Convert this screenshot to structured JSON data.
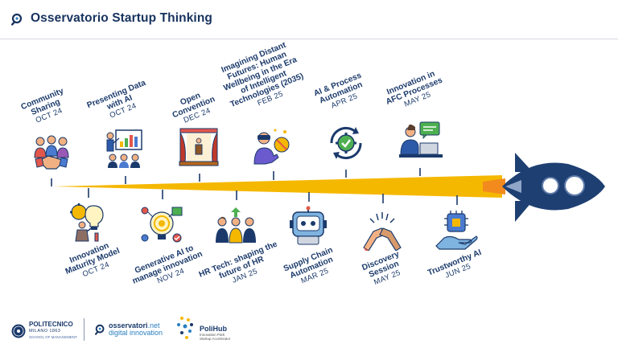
{
  "header": {
    "title": "Osservatorio Startup Thinking",
    "icon": "magnifier-logo-icon"
  },
  "colors": {
    "navy": "#1b3a6b",
    "beam": "#f5b800",
    "rocket": "#1e3f72"
  },
  "timeline_top": [
    {
      "title": "Community Sharing",
      "date": "OCT 24",
      "icon": "handshake-community-icon"
    },
    {
      "title": "Presenting Data with AI",
      "date": "OCT 24",
      "icon": "presentation-board-icon"
    },
    {
      "title": "Open Convention",
      "date": "DEC 24",
      "icon": "stage-curtain-icon"
    },
    {
      "title": "Imagining Distant Futures: Human Wellbeing in the Era of Intelligent Technologies (2035)",
      "date": "FEB 25",
      "icon": "vr-headset-person-icon"
    },
    {
      "title": "AI & Process Automation",
      "date": "APR 25",
      "icon": "gear-cycle-check-icon"
    },
    {
      "title": "Innovation in AFC Processes",
      "date": "MAY 25",
      "icon": "person-laptop-chat-icon"
    }
  ],
  "timeline_bottom": [
    {
      "title": "Innovation Maturity Model",
      "date": "OCT 24",
      "icon": "lightbulb-gear-person-icon"
    },
    {
      "title": "Generative AI to manage innovation",
      "date": "NOV 24",
      "icon": "ai-bulb-target-icon"
    },
    {
      "title": "HR Tech: shaping the future of HR",
      "date": "JAN 25",
      "icon": "team-selection-icon"
    },
    {
      "title": "Supply Chain Automation",
      "date": "MAR 25",
      "icon": "robot-head-icon"
    },
    {
      "title": "Discovery Session",
      "date": "MAY 25",
      "icon": "fist-bump-icon"
    },
    {
      "title": "Trustworthy AI",
      "date": "JUN 25",
      "icon": "chip-hand-icon"
    }
  ],
  "footer": {
    "polimi": {
      "name": "POLITECNICO",
      "sub": "MILANO 1863",
      "school": "SCHOOL OF MANAGEMENT"
    },
    "osservatori": {
      "line1a": "osservatori",
      "line1b": ".net",
      "line2": "digital innovation"
    },
    "polihub": {
      "name": "PoliHub",
      "sub1": "Innovation Park",
      "sub2": "Startup Accelerator"
    }
  }
}
